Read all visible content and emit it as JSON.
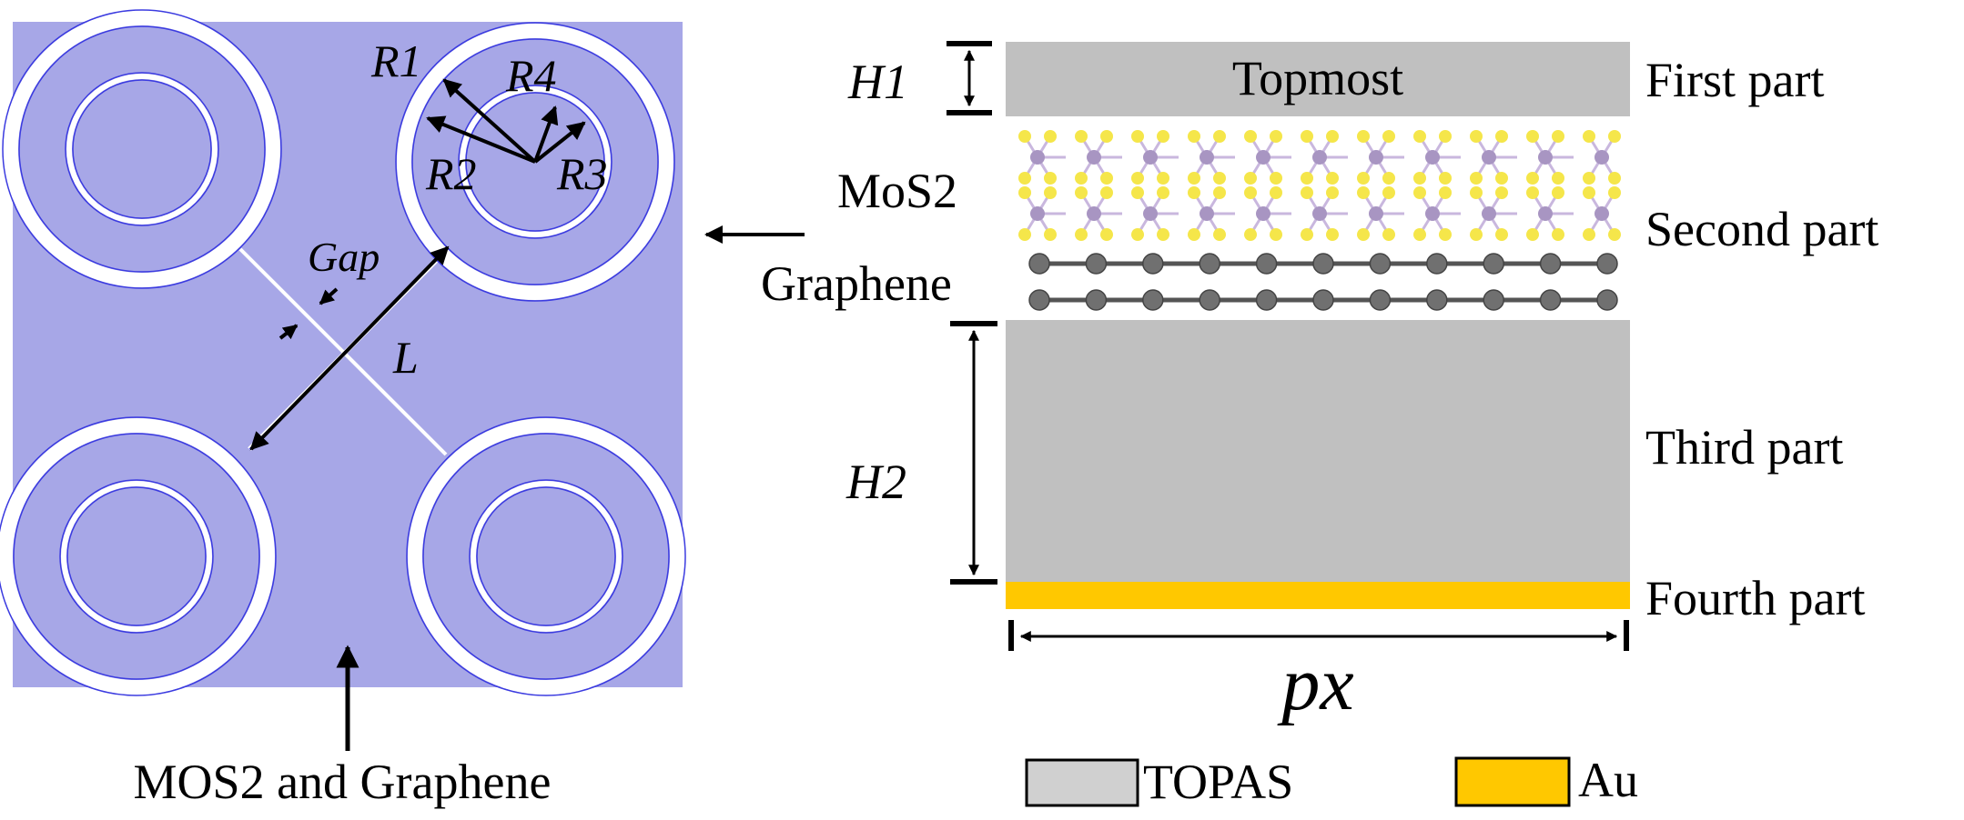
{
  "top_view": {
    "labels": {
      "r1": "R1",
      "r2": "R2",
      "r3": "R3",
      "r4": "R4",
      "gap": "Gap",
      "length": "L"
    },
    "caption": "MOS2 and Graphene",
    "colors": {
      "background": "#a7a7e7",
      "ring": "#ffffff",
      "outline": "#3b3be0"
    }
  },
  "cross_section": {
    "h1": "H1",
    "h2": "H2",
    "px": "px",
    "topmost_label": "Topmost",
    "mos2_label": "MoS2",
    "graphene_label": "Graphene",
    "parts": {
      "first": "First part",
      "second": "Second part",
      "third": "Third part",
      "fourth": "Fourth part"
    },
    "colors": {
      "topas": "#c0c0c0",
      "gold": "#ffc800",
      "mos2_s": "#f5e64a",
      "mos2_mo": "#a895c2",
      "carbon": "#707070"
    }
  },
  "legend": {
    "items": [
      {
        "label": "TOPAS",
        "color": "#d0d0d0"
      },
      {
        "label": "Au",
        "color": "#ffc800"
      }
    ]
  }
}
